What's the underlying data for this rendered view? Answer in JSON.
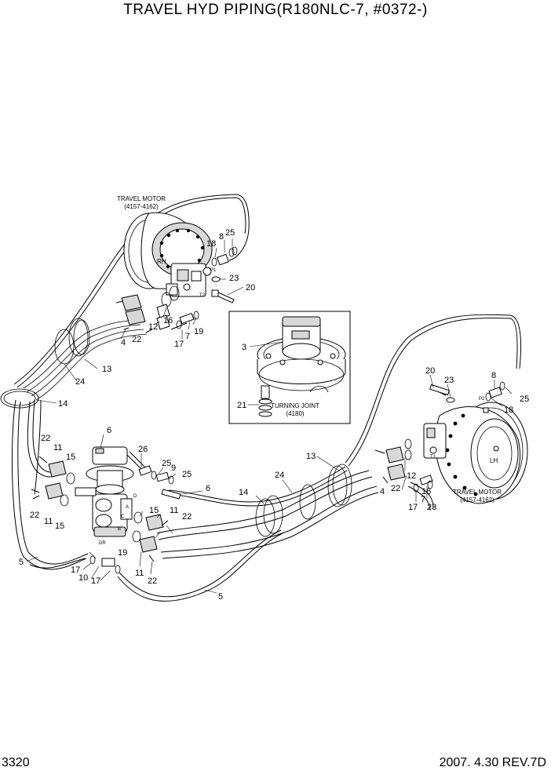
{
  "header": {
    "title": "TRAVEL HYD PIPING(R180NLC-7, #0372-)"
  },
  "footer": {
    "page_number": "3320",
    "revision": "2007. 4.30  REV.7D"
  },
  "components": {
    "motor_rh": {
      "label": "TRAVEL MOTOR",
      "ref": "(4157-4162)",
      "side": "RH"
    },
    "motor_lh": {
      "label": "TRAVEL MOTOR",
      "ref": "(4157-4162)",
      "side": "LH"
    },
    "turning_joint": {
      "label": "TURNING JOINT",
      "ref": "(4180)"
    }
  },
  "port_marks": {
    "dr": "DR",
    "p1": "P1",
    "p2": "P2",
    "t1": "T1",
    "t2": "T2",
    "a": "A",
    "b": "B",
    "c": "C",
    "d": "D"
  },
  "callouts": {
    "rh_18": "18",
    "rh_8": "8",
    "rh_25": "25",
    "rh_23": "23",
    "rh_20": "20",
    "rh_16": "16",
    "rh_12": "12",
    "rh_4": "4",
    "rh_22": "22",
    "rh_17": "17",
    "rh_7": "7",
    "rh_19": "19",
    "rh_13": "13",
    "rh_24": "24",
    "rh_14": "14",
    "tj_3": "3",
    "tj_21": "21",
    "lh_20": "20",
    "lh_23": "23",
    "lh_8": "8",
    "lh_25": "25",
    "lh_18": "18",
    "lh_13": "13",
    "lh_12": "12",
    "lh_16": "16",
    "lh_4": "4",
    "lh_22": "22",
    "lh_17": "17",
    "lh_7": "7",
    "lh_23b": "23",
    "c_6a": "6",
    "c_26": "26",
    "c_25a": "25",
    "c_9": "9",
    "c_25b": "25",
    "c_6b": "6",
    "c_24": "24",
    "c_14": "14",
    "l_22a": "22",
    "l_11a": "11",
    "l_15a": "15",
    "l_22b": "22",
    "l_11b": "11",
    "l_15b": "15",
    "c_15": "15",
    "c_11a": "11",
    "c_22a": "22",
    "c_11b": "11",
    "c_22b": "22",
    "b_5a": "5",
    "b_19": "19",
    "b_17a": "17",
    "b_10": "10",
    "b_17b": "17",
    "b_5b": "5"
  }
}
